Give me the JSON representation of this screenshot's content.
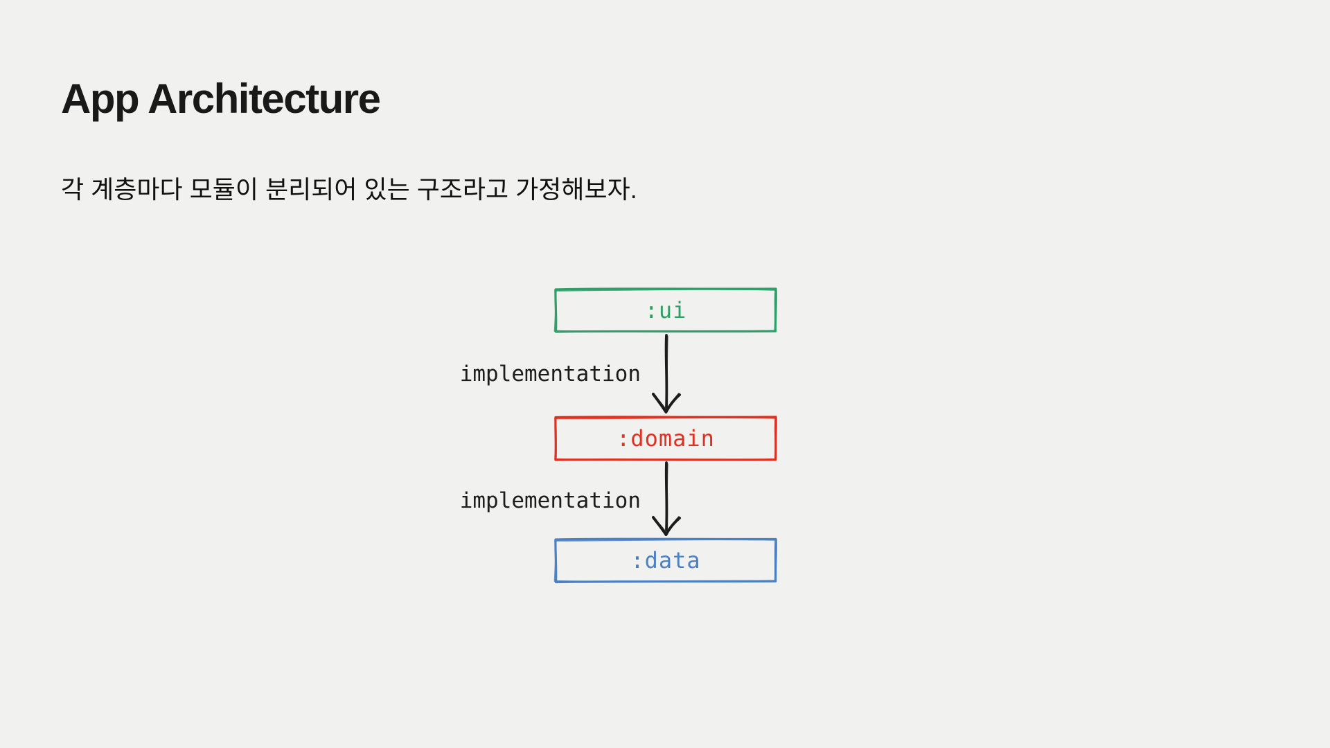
{
  "page": {
    "background_color": "#f1f1ef"
  },
  "header": {
    "title": "App Architecture",
    "title_color": "#191919"
  },
  "intro": {
    "text": "각 계층마다 모듈이 분리되어 있는 구조라고 가정해보자.",
    "text_color": "#111111"
  },
  "diagram": {
    "ink_color": "#1c1c1c",
    "nodes": [
      {
        "id": "ui",
        "label": ":ui",
        "color": "#2f9e68"
      },
      {
        "id": "domain",
        "label": ":domain",
        "color": "#e03020"
      },
      {
        "id": "data",
        "label": ":data",
        "color": "#4a80c4"
      }
    ],
    "edges": [
      {
        "from": "ui",
        "to": "domain",
        "label": "implementation"
      },
      {
        "from": "domain",
        "to": "data",
        "label": "implementation"
      }
    ]
  }
}
